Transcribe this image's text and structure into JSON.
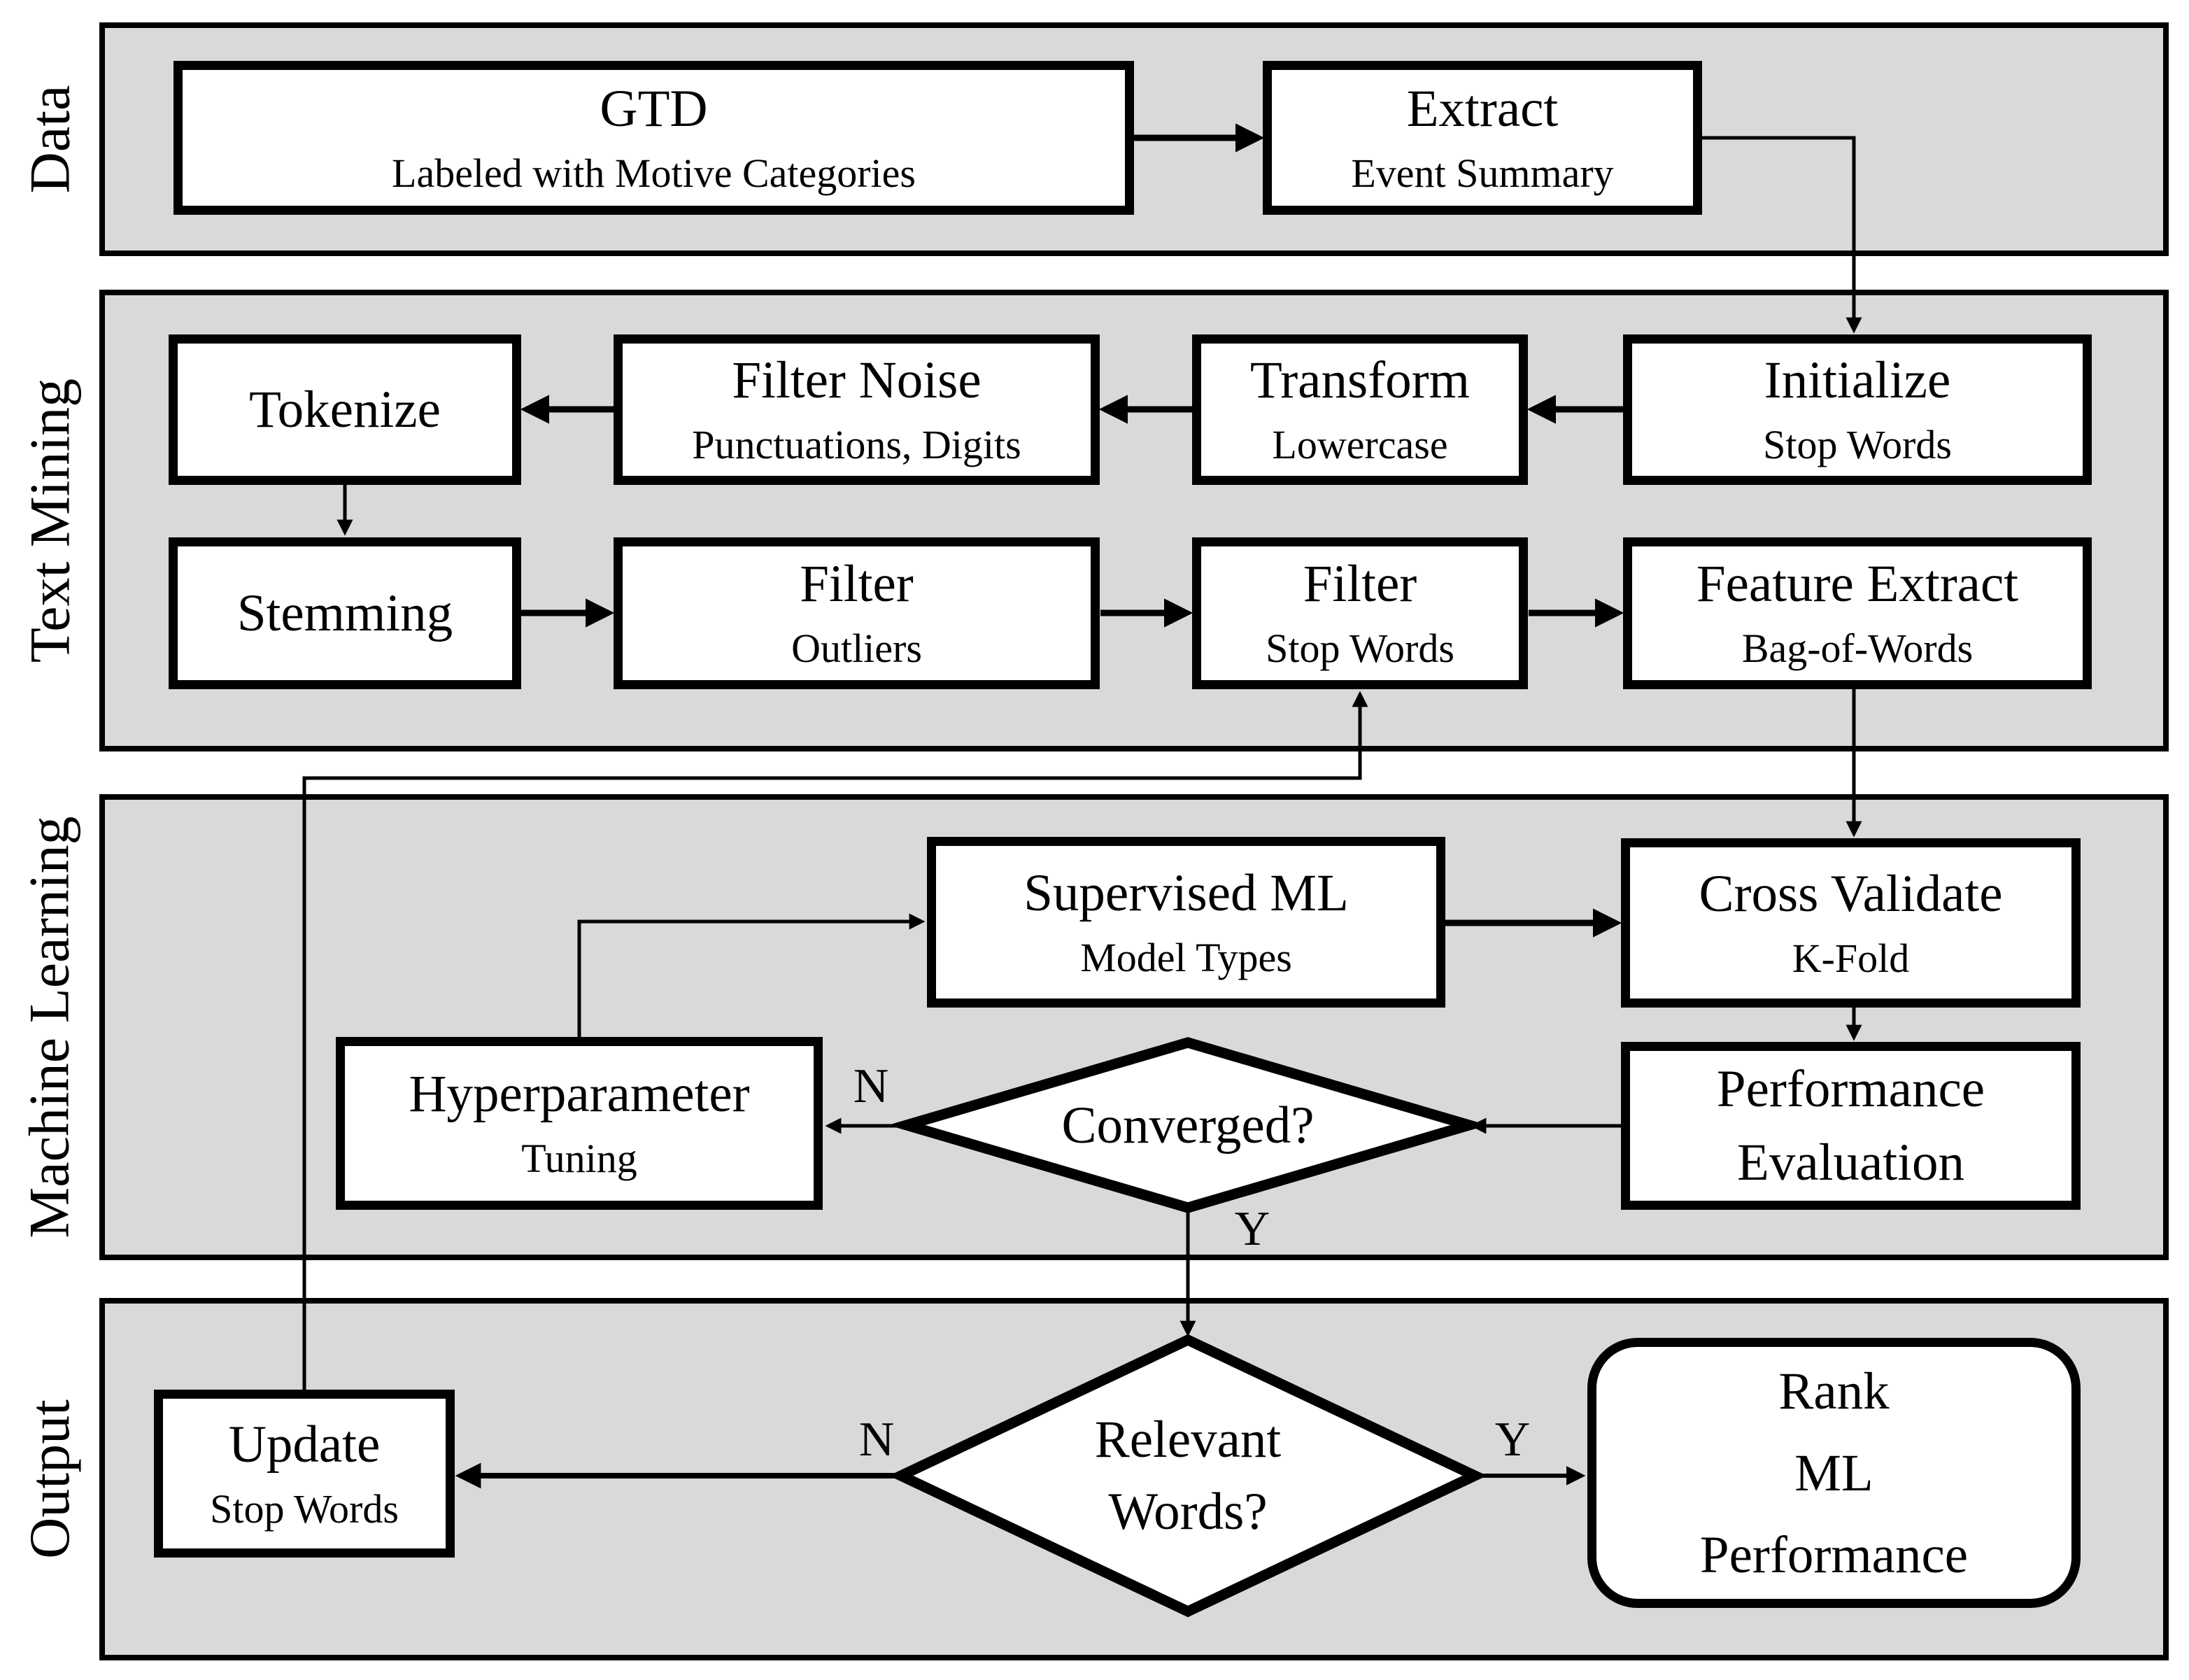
{
  "diagram": {
    "colors": {
      "band_fill": "#d9d9d9",
      "node_fill": "#ffffff",
      "line": "#000000"
    },
    "bands": [
      {
        "label": "Data"
      },
      {
        "label": "Text Mining"
      },
      {
        "label": "Machine Learning"
      },
      {
        "label": "Output"
      }
    ],
    "nodes": {
      "gtd": {
        "title": "GTD",
        "subtitle": "Labeled with Motive Categories"
      },
      "extract": {
        "title": "Extract",
        "subtitle": "Event Summary"
      },
      "initialize": {
        "title": "Initialize",
        "subtitle": "Stop Words"
      },
      "transform": {
        "title": "Transform",
        "subtitle": "Lowercase"
      },
      "filter_noise": {
        "title": "Filter Noise",
        "subtitle": "Punctuations, Digits"
      },
      "tokenize": {
        "title": "Tokenize"
      },
      "stemming": {
        "title": "Stemming"
      },
      "filter_outliers": {
        "title": "Filter",
        "subtitle": "Outliers"
      },
      "filter_stop_words": {
        "title": "Filter",
        "subtitle": "Stop Words"
      },
      "feature_extract": {
        "title": "Feature Extract",
        "subtitle": "Bag-of-Words"
      },
      "supervised_ml": {
        "title": "Supervised ML",
        "subtitle": "Model Types"
      },
      "cross_validate": {
        "title": "Cross Validate",
        "subtitle": "K-Fold"
      },
      "performance_evaluation": {
        "line1": "Performance",
        "line2": "Evaluation"
      },
      "hyperparameter": {
        "title": "Hyperparameter",
        "subtitle": "Tuning"
      },
      "converged": {
        "title": "Converged?"
      },
      "relevant_words": {
        "line1": "Relevant",
        "line2": "Words?"
      },
      "update": {
        "title": "Update",
        "subtitle": "Stop Words"
      },
      "rank": {
        "line1": "Rank",
        "line2": "ML",
        "line3": "Performance"
      }
    },
    "branch_labels": {
      "converged_no": "N",
      "converged_yes": "Y",
      "relevant_no": "N",
      "relevant_yes": "Y"
    }
  }
}
